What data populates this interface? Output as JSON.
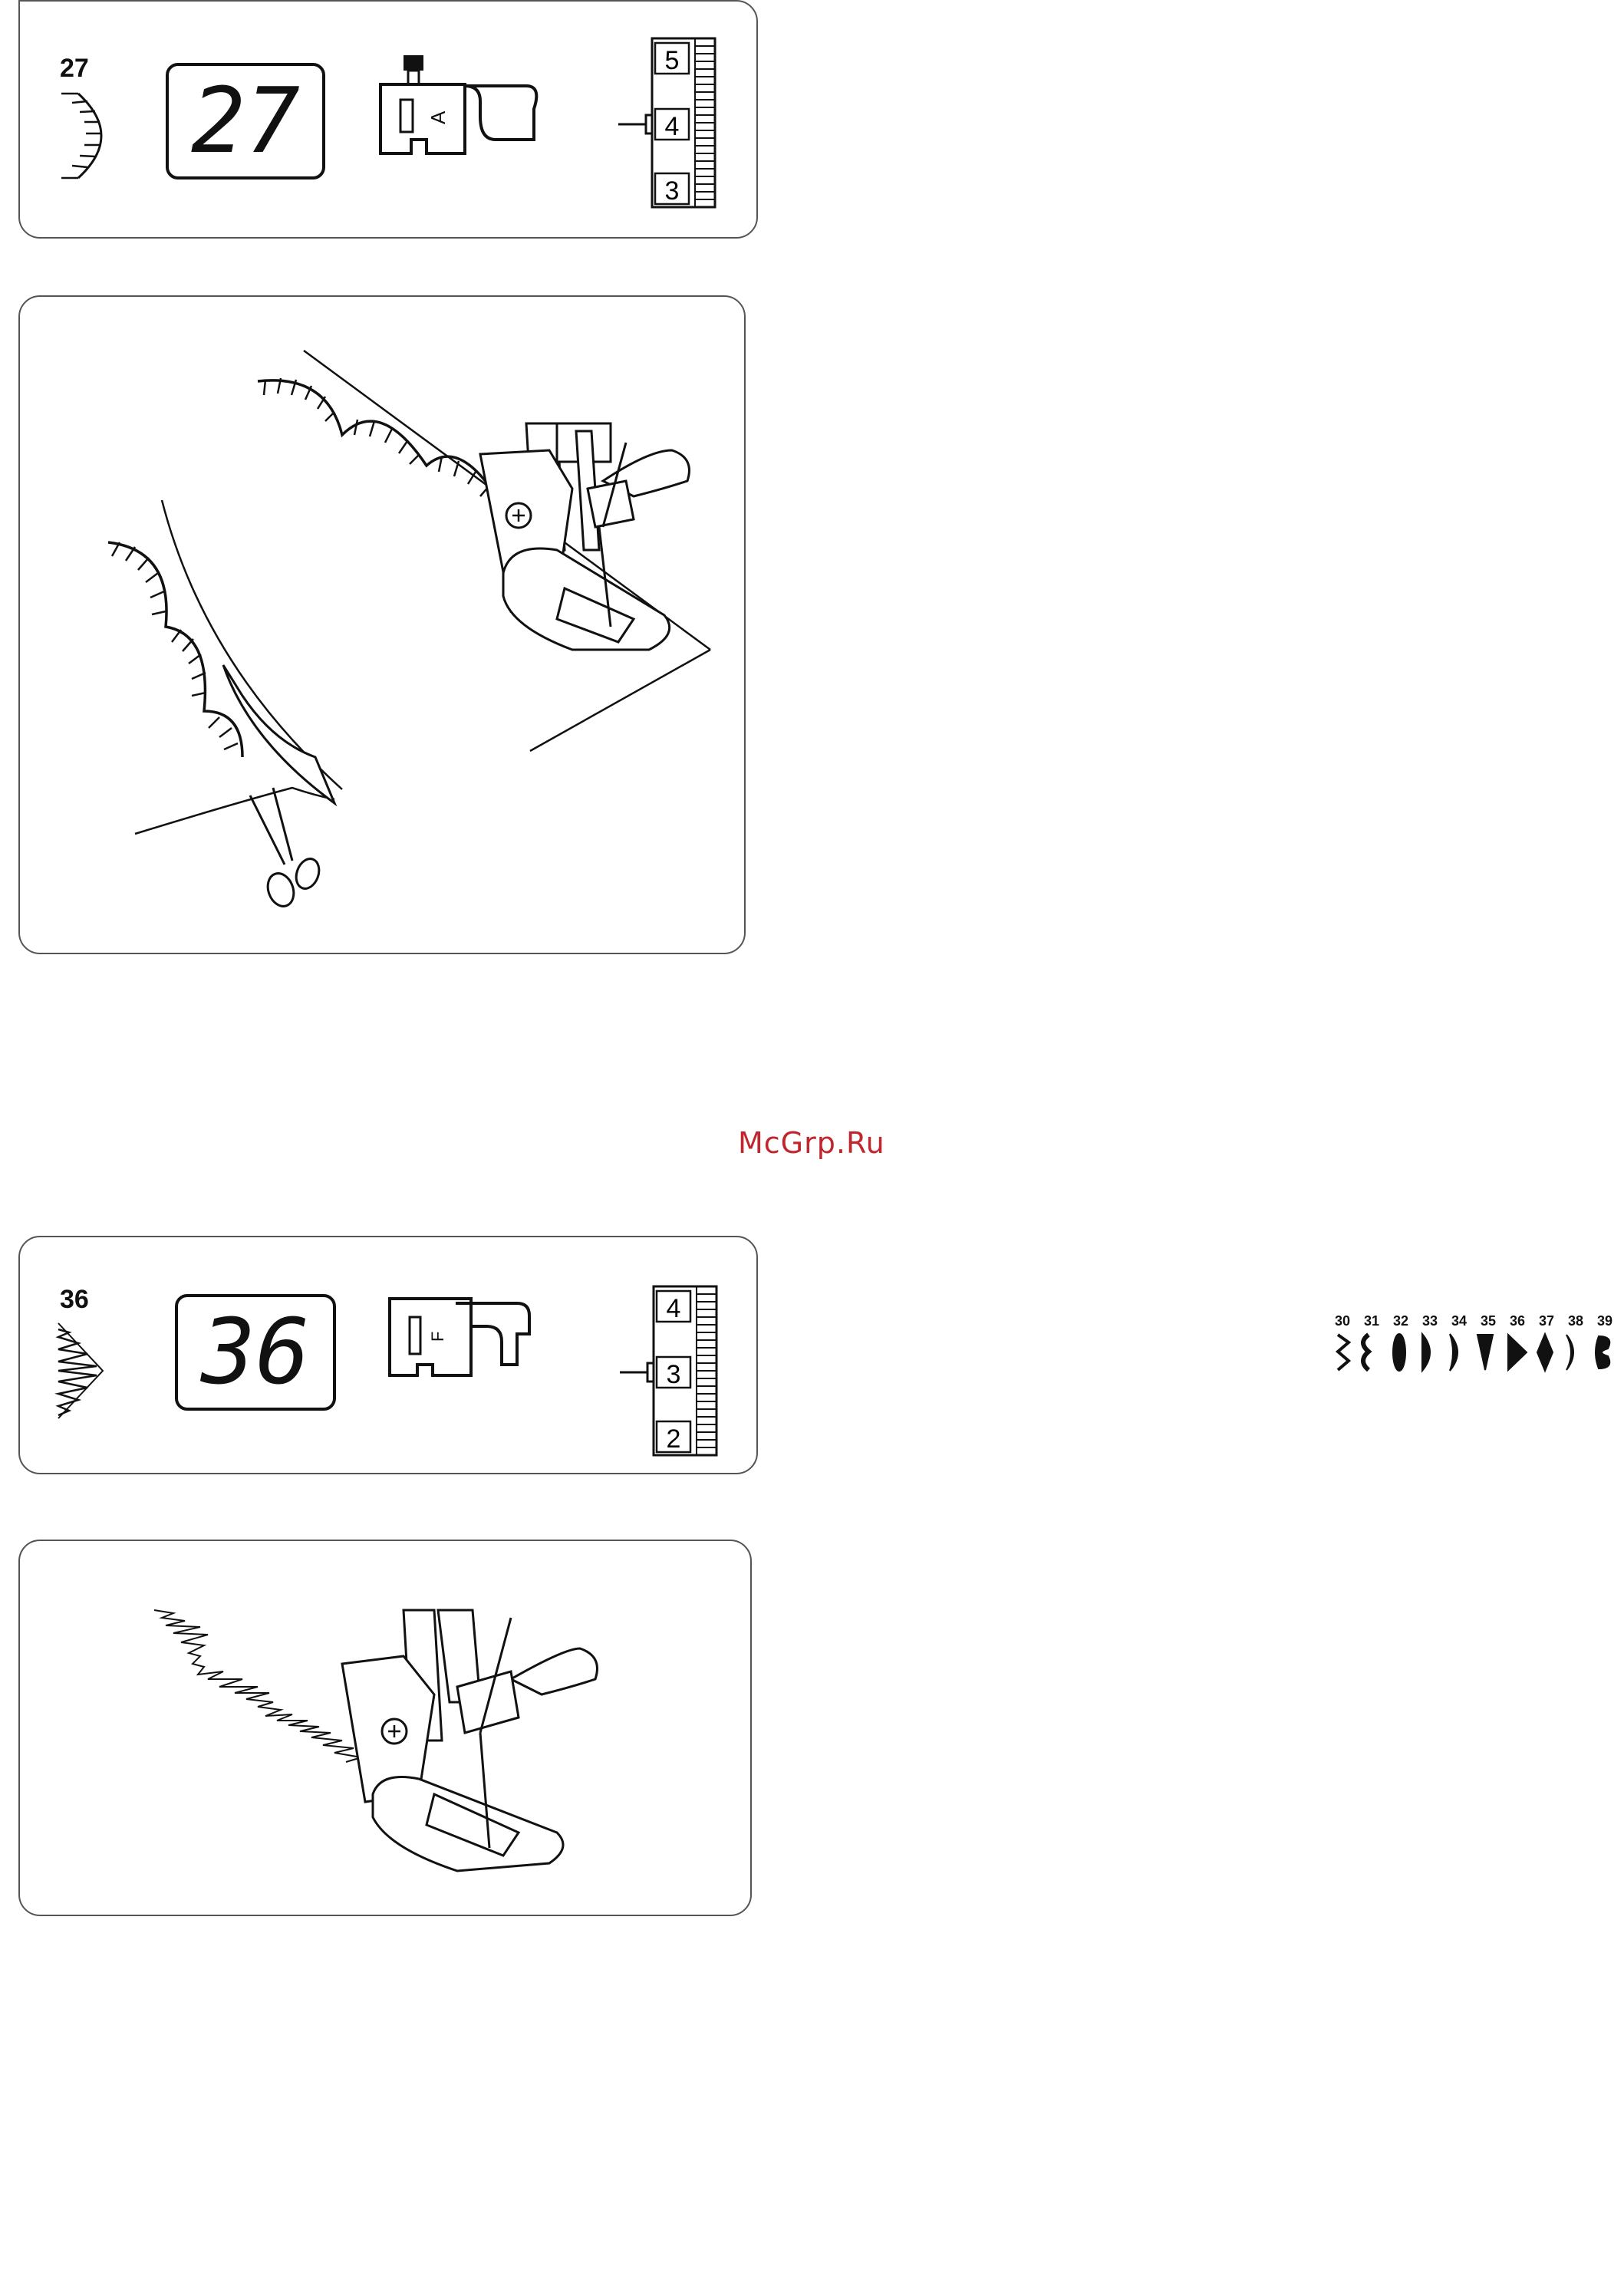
{
  "panels": [
    {
      "pattern_number": "27",
      "lcd_display": "27",
      "presser_foot_letter": "A",
      "tension_dial": {
        "upper": "5",
        "middle": "4",
        "lower": "3"
      }
    },
    {
      "pattern_number": "36",
      "lcd_display": "36",
      "presser_foot_letter": "F",
      "tension_dial": {
        "upper": "4",
        "middle": "3",
        "lower": "2"
      }
    }
  ],
  "watermark": "McGrp.Ru",
  "pattern_strip": {
    "numbers": [
      "30",
      "31",
      "32",
      "33",
      "34",
      "35",
      "36",
      "37",
      "38",
      "39"
    ]
  }
}
